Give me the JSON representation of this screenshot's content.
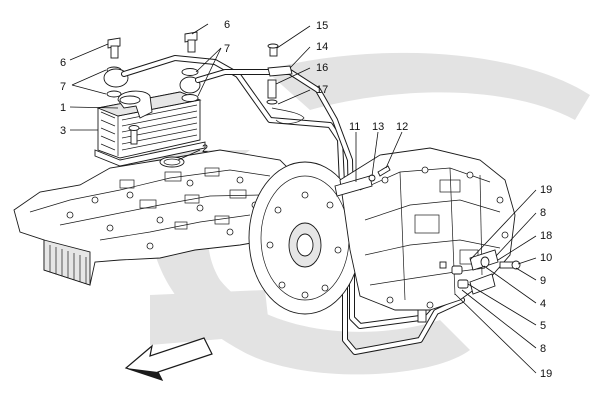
{
  "callouts": {
    "c1": "1",
    "c2": "2",
    "c3": "3",
    "c4": "4",
    "c5": "5",
    "c6a": "6",
    "c6b": "6",
    "c7a": "7",
    "c7b": "7",
    "c8a": "8",
    "c8b": "8",
    "c9": "9",
    "c10": "10",
    "c11": "11",
    "c12": "12",
    "c13": "13",
    "c14": "14",
    "c15": "15",
    "c16": "16",
    "c17": "17",
    "c18": "18",
    "c19a": "19",
    "c19b": "19"
  },
  "colors": {
    "background": "#ffffff",
    "watermark": "#e3e3e3",
    "line": "#1a1a1a",
    "part_fill": "#ffffff",
    "shade": "#e6e6e6"
  },
  "icons": {
    "direction_arrow": "front-direction-arrow-icon"
  }
}
